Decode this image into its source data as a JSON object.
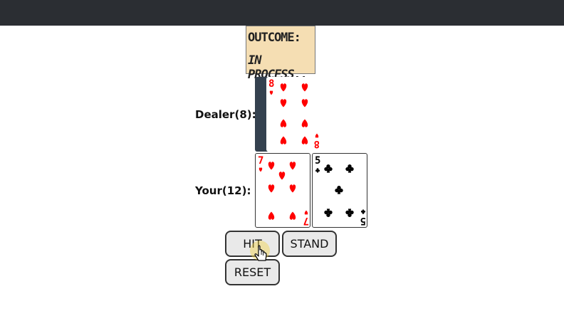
{
  "outcome": {
    "title": "OUTCOME:",
    "status": "IN PROCESS.."
  },
  "dealer": {
    "label": "Dealer(8):",
    "cards": [
      {
        "rank": "8",
        "suit": "hearts",
        "color": "#ff0000"
      }
    ]
  },
  "player": {
    "label": "Your(12):",
    "cards": [
      {
        "rank": "7",
        "suit": "hearts",
        "color": "#ff0000"
      },
      {
        "rank": "5",
        "suit": "clubs",
        "color": "#000000"
      }
    ]
  },
  "buttons": {
    "hit": "HIT",
    "stand": "STAND",
    "reset": "RESET"
  },
  "colors": {
    "topbar": "#2b2e33",
    "outcome_bg": "#f5deb3",
    "card_back": "#34414f"
  },
  "icons": {
    "cursor": "hand-pointer-icon",
    "hearts": "heart-icon",
    "clubs": "club-icon"
  }
}
